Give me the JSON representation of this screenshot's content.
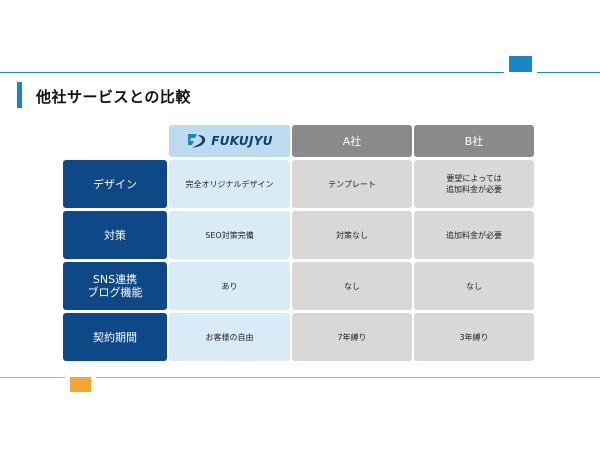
{
  "title": "他社サービスとの比較",
  "columns": {
    "brand": "FUKUJYU",
    "a": "A社",
    "b": "B社"
  },
  "rows": [
    {
      "label": "デザイン",
      "fukujyu": "完全オリジナルデザイン",
      "a": "テンプレート",
      "b": "要望によっては\n追加料金が必要"
    },
    {
      "label": "対策",
      "fukujyu": "SEO対策完備",
      "a": "対策なし",
      "b": "追加料金が必要"
    },
    {
      "label": "SNS連携\nブログ機能",
      "fukujyu": "あり",
      "a": "なし",
      "b": "なし"
    },
    {
      "label": "契約期間",
      "fukujyu": "お客様の自由",
      "a": "7年縛り",
      "b": "3年縛り"
    }
  ],
  "colors": {
    "accent_blue": "#1a86c3",
    "row_header": "#0f4886",
    "brand_cell": "#d8ebf7",
    "competitor_cell": "#d8d8d8",
    "column_header_gray": "#8a8a8a",
    "accent_orange": "#f3a633"
  },
  "icons": {
    "brand_logo": "fukujyu-logo-icon"
  }
}
